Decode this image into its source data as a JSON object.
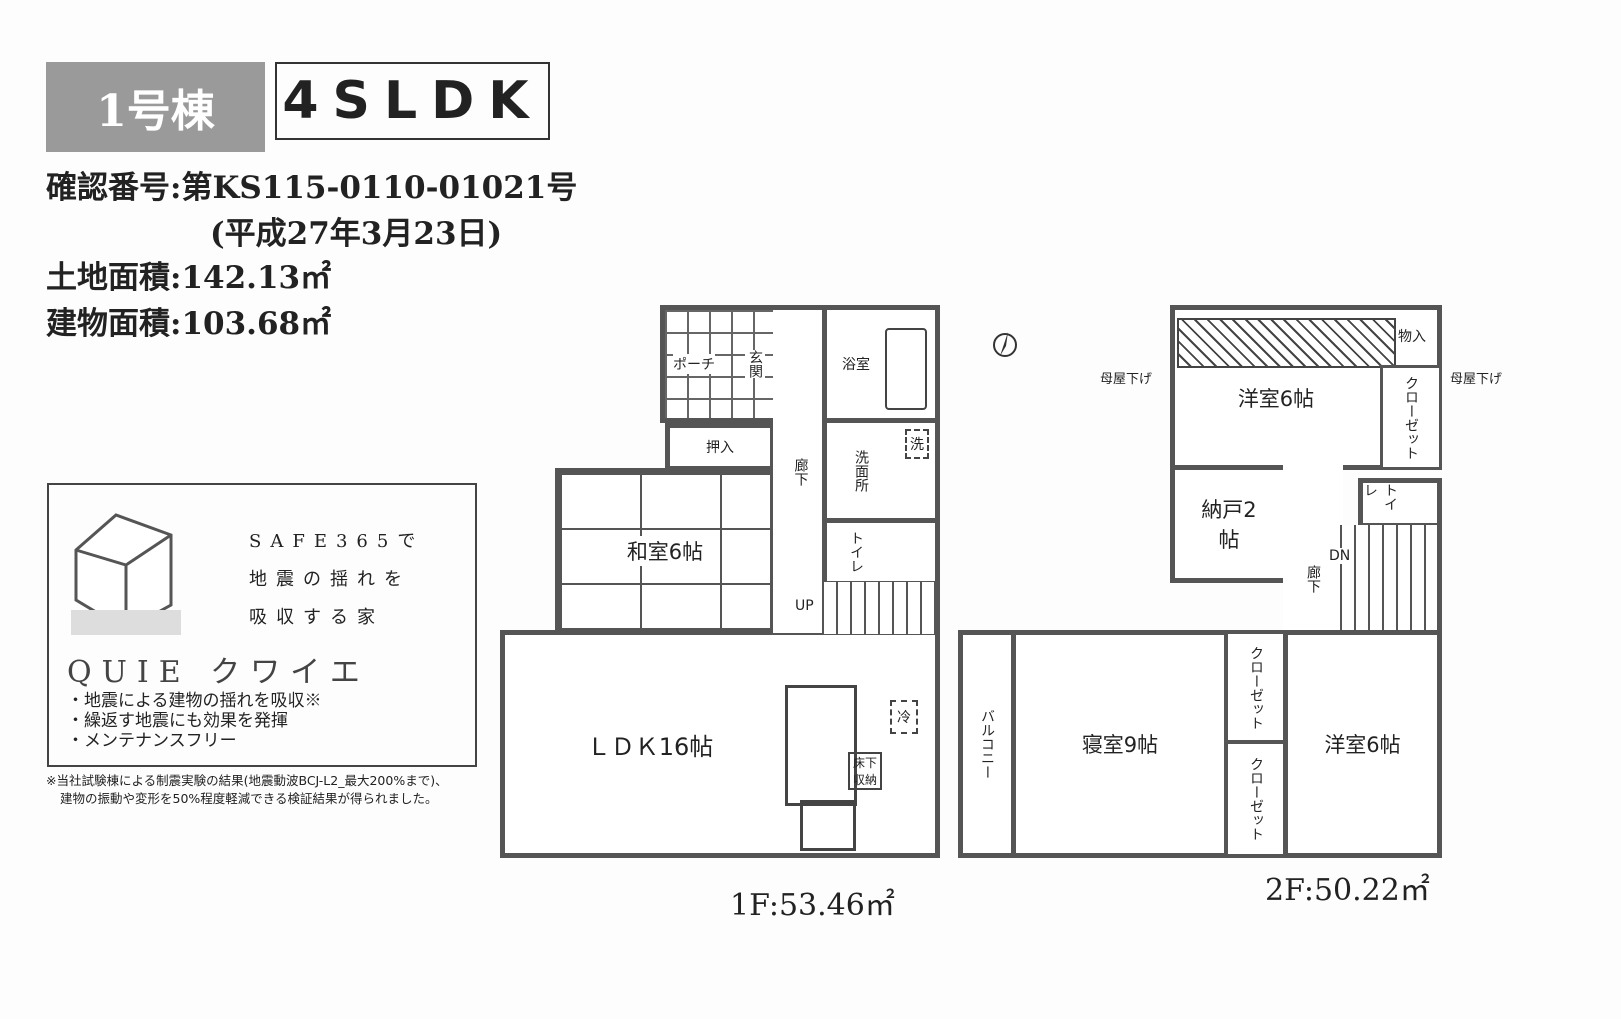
{
  "header": {
    "building": "1号棟",
    "layout_type": "4SLDK"
  },
  "info": {
    "confirmation": "確認番号:第KS115-0110-01021号",
    "date": "(平成27年3月23日)",
    "land_area": "土地面積:142.13㎡",
    "building_area": "建物面積:103.68㎡"
  },
  "quie": {
    "slogan": [
      "SAFE365で",
      "地震の揺れを",
      "吸収する家"
    ],
    "brand": "QUIE クワイエ",
    "points": [
      "・地震による建物の揺れを吸収※",
      "・繰返す地震にも効果を発揮",
      "・メンテナンスフリー"
    ]
  },
  "notes": [
    "※当社試験棟による制震実験の結果(地震動波BCJ-L2_最大200%まで)、",
    "建物の振動や変形を50%程度軽減できる検証結果が得られました。"
  ],
  "floor1": {
    "area": "1F:53.46㎡",
    "rooms": {
      "porch": "ポーチ",
      "genkan": "玄関",
      "oshiire": "押入",
      "washitsu": "和室6帖",
      "corridor": "廊下",
      "bath": "浴室",
      "washroom": "洗面所",
      "wash_mark": "洗",
      "toilet": "トイレ",
      "up": "UP",
      "ldk": "ＬＤＫ16帖",
      "fridge": "冷",
      "underfloor": "床下収納"
    }
  },
  "floor2": {
    "area": "2F:50.22㎡",
    "rooms": {
      "western1": "洋室6帖",
      "storage": "物入",
      "closet1": "クローゼット",
      "nando": "納戸2帖",
      "corridor": "廊下",
      "toilet": "トイレ",
      "dn": "DN",
      "balcony": "バルコニー",
      "bedroom": "寝室9帖",
      "closet2": "クローゼット",
      "closet3": "クローゼット",
      "western2": "洋室6帖",
      "roof_left": "母屋下げ",
      "roof_right": "母屋下げ"
    }
  }
}
